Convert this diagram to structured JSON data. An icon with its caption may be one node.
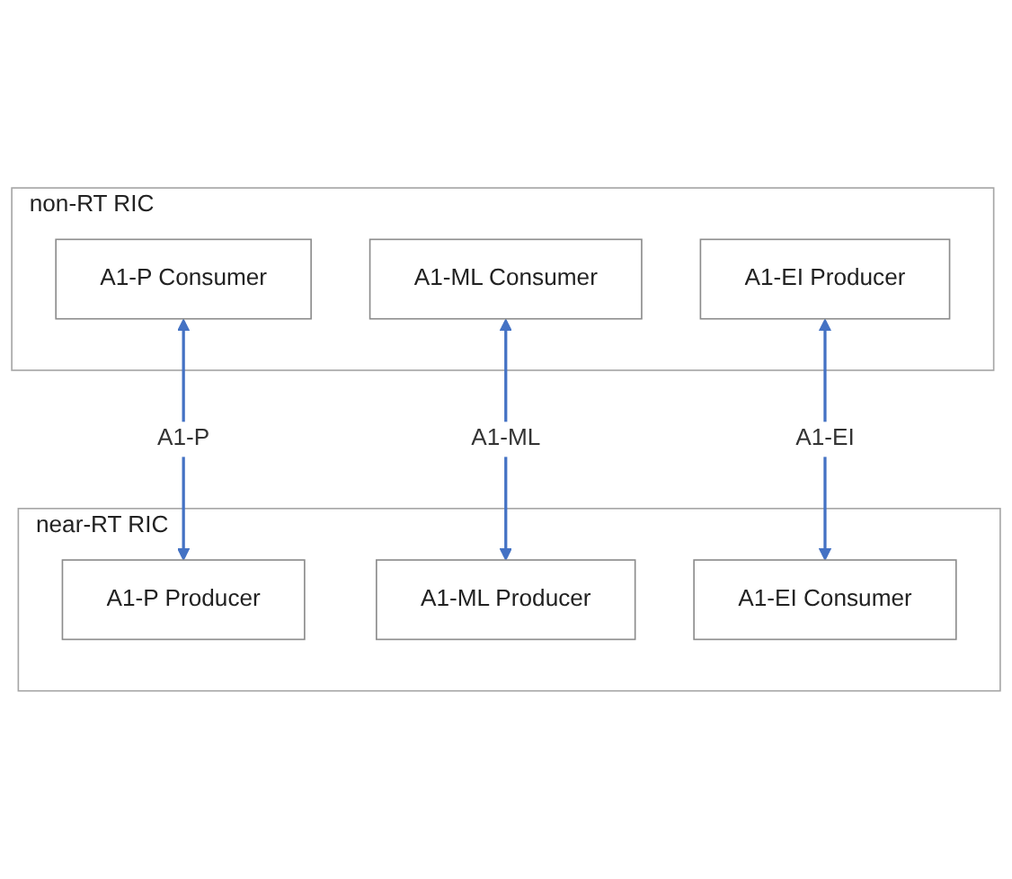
{
  "diagram": {
    "nodes": [
      {
        "text": [
          "non-RT RIC"
        ]
      },
      {
        "text": [
          "A1-P Consumer"
        ],
        "in": 0
      },
      {
        "text": [
          "A1-ML Consumer"
        ],
        "in": 0
      },
      {
        "text": [
          "A1-EI Producer"
        ],
        "in": 0
      },
      {
        "text": [
          "near-RT RIC"
        ]
      },
      {
        "text": [
          "A1-P Producer"
        ],
        "in": 4
      },
      {
        "text": [
          "A1-ML Producer"
        ],
        "in": 4
      },
      {
        "text": [
          "A1-EI Consumer"
        ],
        "in": 4
      }
    ],
    "edges": [
      {
        "from": 1,
        "to": 5,
        "arrow": "both",
        "label": "A1-P"
      },
      {
        "from": 2,
        "to": 6,
        "arrow": "both",
        "label": "A1-ML"
      },
      {
        "from": 3,
        "to": 7,
        "arrow": "both",
        "label": "A1-EI"
      }
    ]
  }
}
